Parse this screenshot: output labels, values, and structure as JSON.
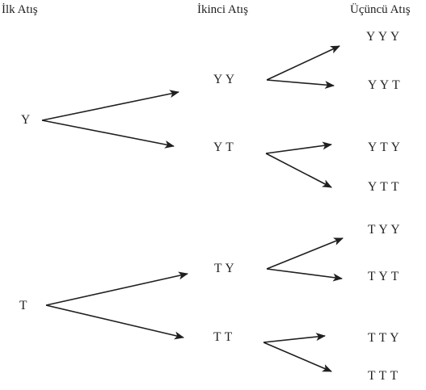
{
  "headers": {
    "first": "İlk Atış",
    "second": "İkinci Atış",
    "third": "Üçüncü Atış"
  },
  "level1": [
    "Y",
    "T"
  ],
  "level2": [
    "Y Y",
    "Y T",
    "T Y",
    "T T"
  ],
  "level3": [
    "Y Y Y",
    "Y Y T",
    "Y T Y",
    "Y T T",
    "T Y Y",
    "T Y T",
    "T T Y",
    "T T T"
  ],
  "colors": {
    "ink": "#1f1f1f"
  }
}
